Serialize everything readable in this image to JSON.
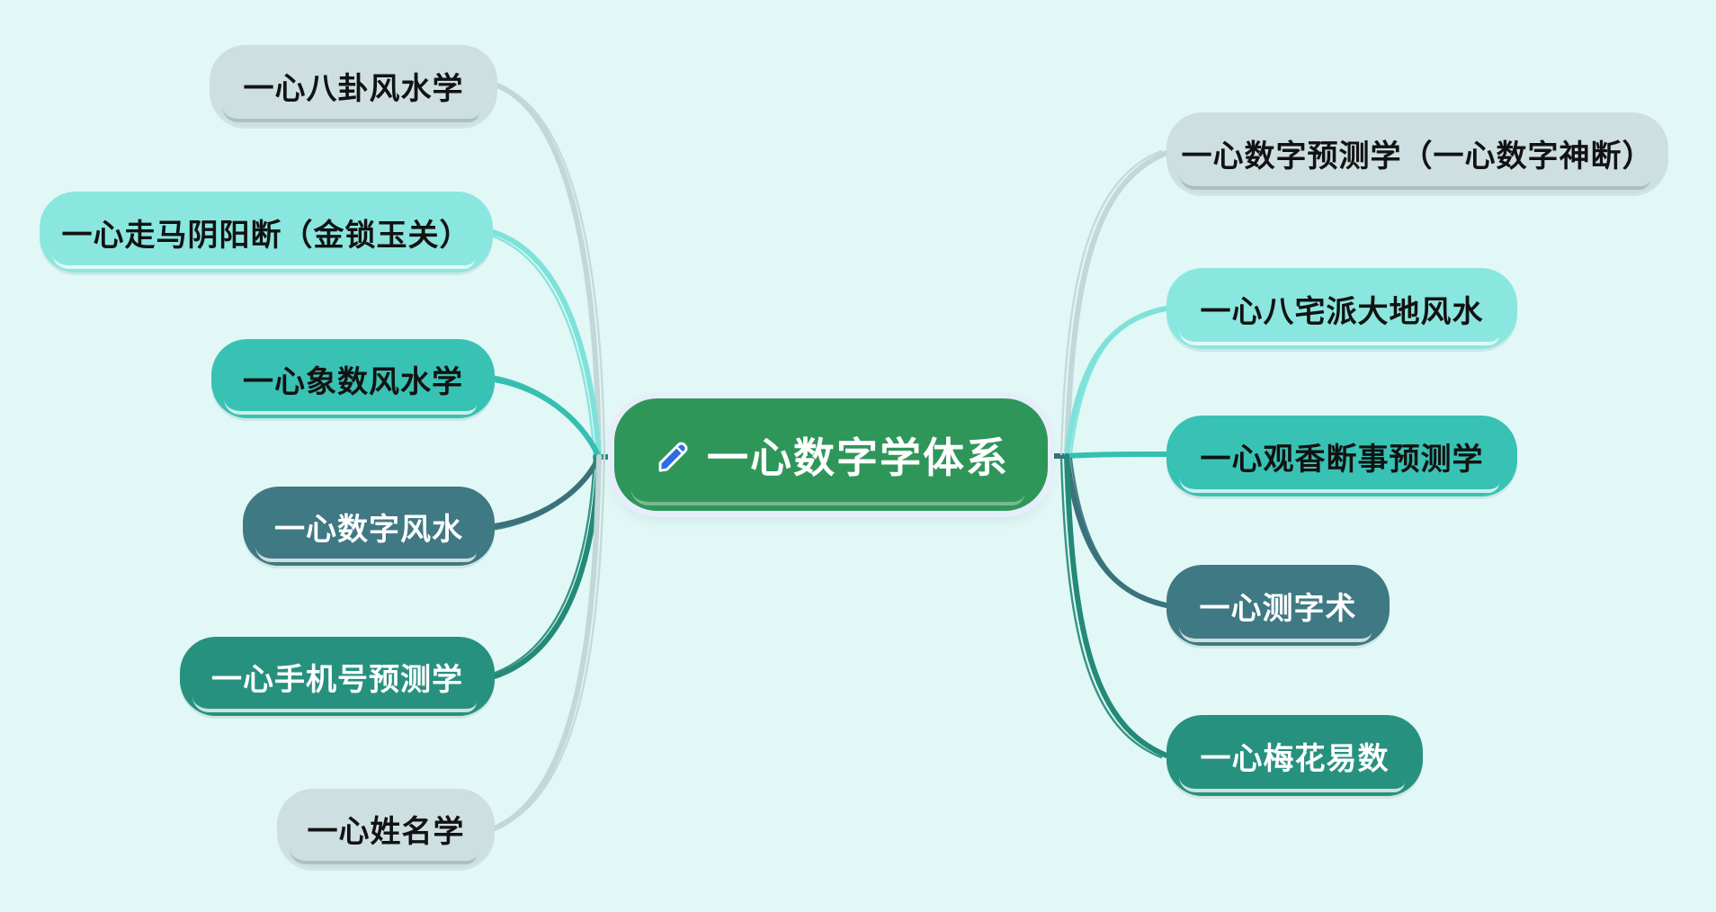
{
  "title": "一心数字学体系",
  "center": {
    "label": "一心数字学体系",
    "icon": "pencil-icon"
  },
  "branches": {
    "left": [
      {
        "label": "一心八卦风水学",
        "variant": "pale"
      },
      {
        "label": "一心走马阴阳断（金锁玉关）",
        "variant": "aqua"
      },
      {
        "label": "一心象数风水学",
        "variant": "teal"
      },
      {
        "label": "一心数字风水",
        "variant": "dark"
      },
      {
        "label": "一心手机号预测学",
        "variant": "green"
      },
      {
        "label": "一心姓名学",
        "variant": "pale"
      }
    ],
    "right": [
      {
        "label": "一心数字预测学（一心数字神断）",
        "variant": "pale"
      },
      {
        "label": "一心八宅派大地风水",
        "variant": "aqua"
      },
      {
        "label": "一心观香断事预测学",
        "variant": "teal"
      },
      {
        "label": "一心测字术",
        "variant": "dark"
      },
      {
        "label": "一心梅花易数",
        "variant": "green"
      }
    ]
  },
  "colors": {
    "background": "#e1f8f6",
    "center_fill": "#2f965a",
    "center_glow": "#e7eefb",
    "pale": "#cddfe1",
    "aqua": "#8ae7df",
    "teal": "#38c2b4",
    "dark_slate": "#3f7983",
    "green_teal": "#27917f",
    "pencil_blue": "#2e6ce6",
    "text_dark": "#121212",
    "text_light": "#ffffff"
  }
}
